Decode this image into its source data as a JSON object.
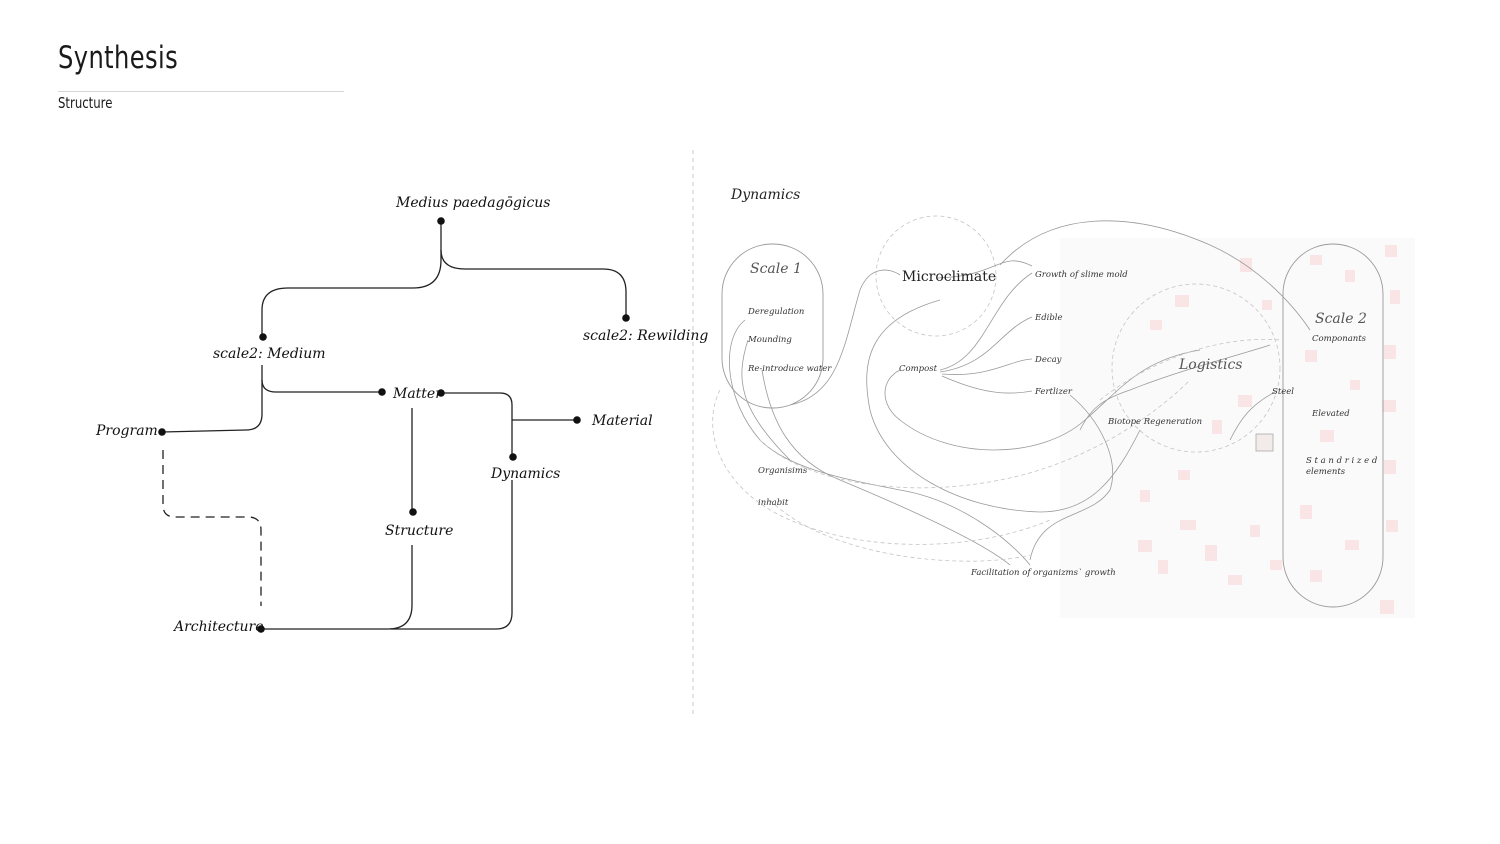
{
  "header": {
    "title": "Synthesis",
    "subtitle": "Structure"
  },
  "tree": {
    "root": "Medius paedagōgicus",
    "scale_medium": "scale2: Medium",
    "scale_rewilding": "scale2: Rewilding",
    "program": "Program",
    "matter": "Matter",
    "material": "Material",
    "dynamics": "Dynamics",
    "structure": "Structure",
    "architecture": "Architecture"
  },
  "dynamics": {
    "title": "Dynamics",
    "scale1": {
      "label": "Scale 1",
      "items": [
        "Deregulation",
        "Mounding",
        "Re-introduce water"
      ]
    },
    "microclimate": "Microclimate",
    "compost": "Compost",
    "outputs": [
      "Growth of slime mold",
      "Edible",
      "Decay",
      "Fertlizer"
    ],
    "logistics": "Logistics",
    "biotope": "Biotope Regeneration",
    "steel": "Steel",
    "organisms": "Organisims",
    "inhabit": "inhabit",
    "facilitation": "Facilitation of organizms` growth",
    "scale2": {
      "label": "Scale 2",
      "items": [
        "Componants",
        "Elevated"
      ],
      "standardized_1": "S t a n d r i z e d",
      "standardized_2": "elements"
    }
  },
  "colors": {
    "ink": "#111111",
    "line": "#9a9a9a",
    "accent_pink": "#f7d3d3"
  }
}
